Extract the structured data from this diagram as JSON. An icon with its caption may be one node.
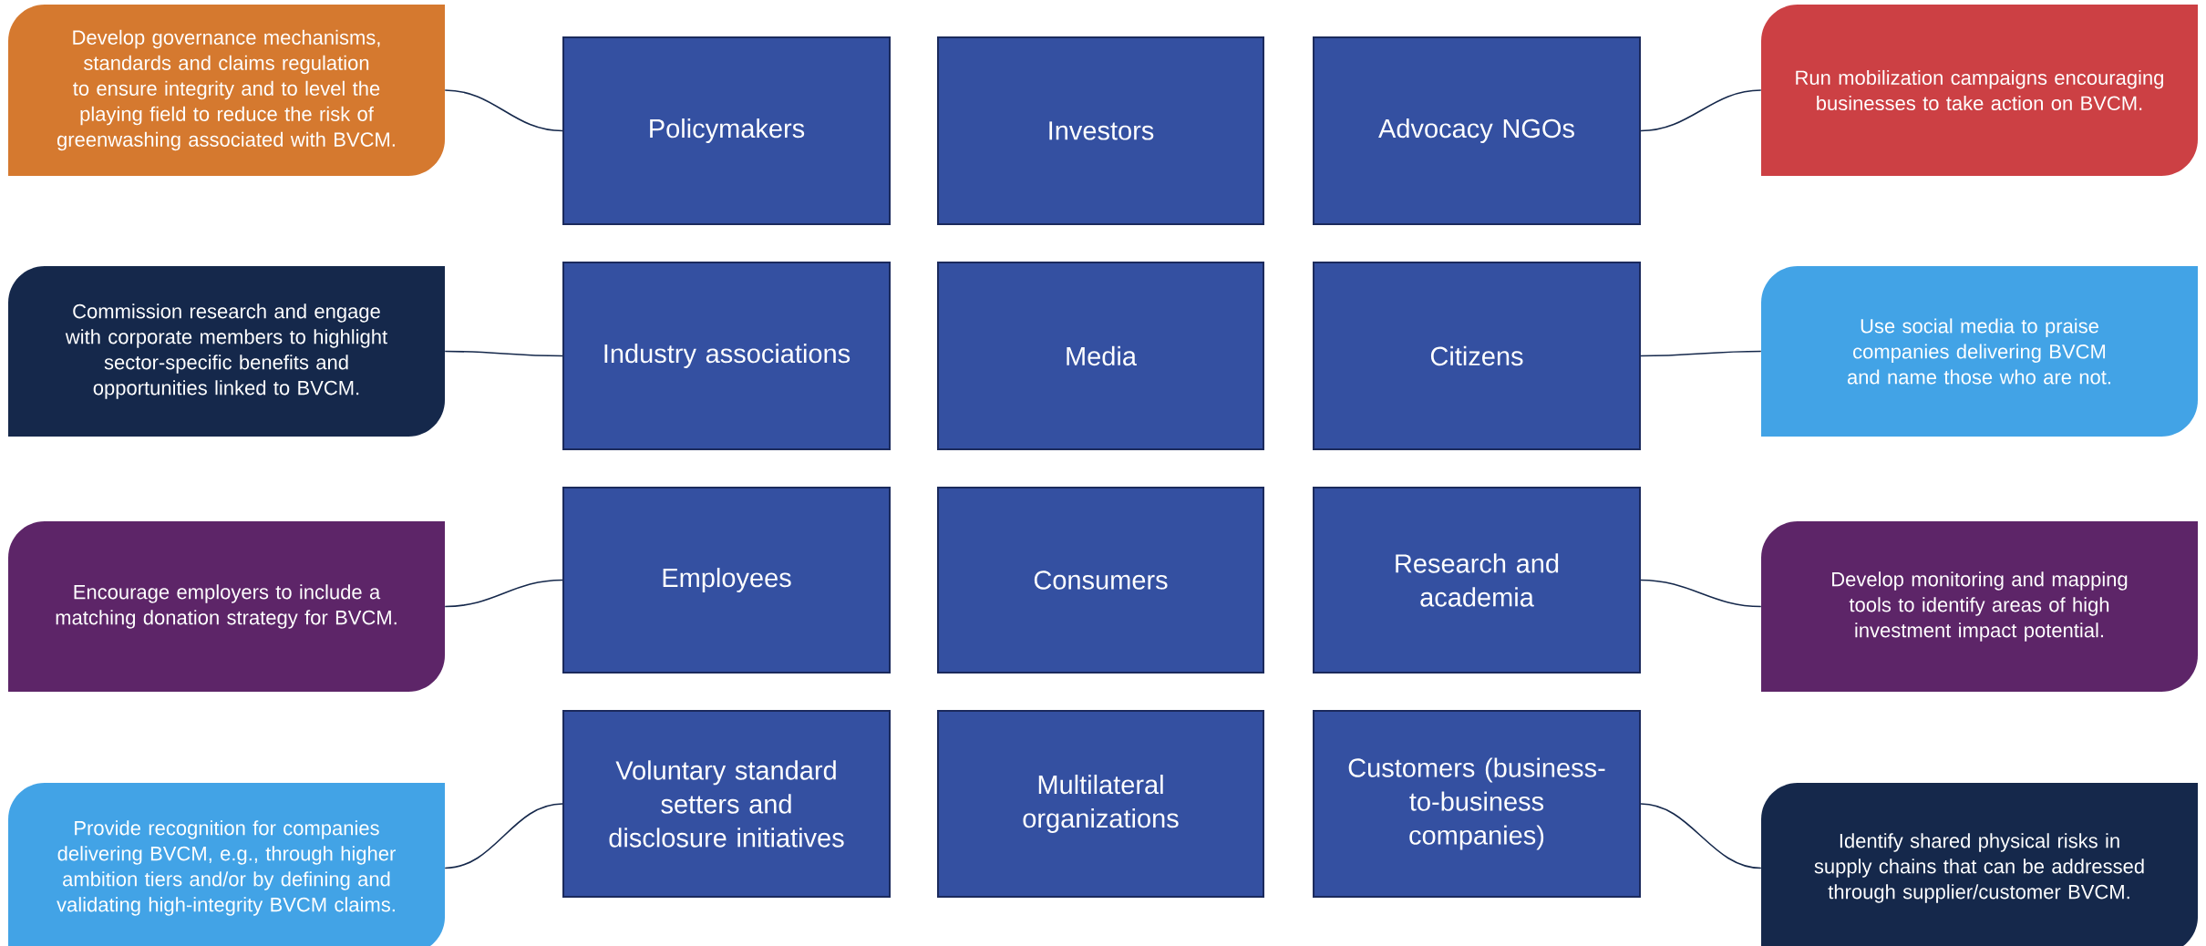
{
  "diagram": {
    "nodes": [
      {
        "text": [
          "Develop governance mechanisms, standards and claims regulation to ensure integrity and to level the playing field to reduce the risk of greenwashing associated with BVCM."
        ]
      },
      {
        "text": [
          "Policymakers"
        ]
      },
      {
        "text": [
          "Investors"
        ]
      },
      {
        "text": [
          "Advocacy NGOs"
        ]
      },
      {
        "text": [
          "Run mobilization campaigns encouraging businesses to take action on BVCM."
        ]
      },
      {
        "text": [
          "Commission research and engage with corporate members to highlight sector-specific benefits and opportunities linked to BVCM."
        ]
      },
      {
        "text": [
          "Industry associations"
        ]
      },
      {
        "text": [
          "Media"
        ]
      },
      {
        "text": [
          "Citizens"
        ]
      },
      {
        "text": [
          "Use social media to praise companies delivering BVCM and name those who are not."
        ]
      },
      {
        "text": [
          "Encourage employers to include a matching donation strategy for BVCM."
        ]
      },
      {
        "text": [
          "Employees"
        ]
      },
      {
        "text": [
          "Consumers"
        ]
      },
      {
        "text": [
          "Research and academia"
        ]
      },
      {
        "text": [
          "Develop monitoring and mapping tools to identify areas of high investment impact potential."
        ]
      },
      {
        "text": [
          "Provide recognition for companies delivering BVCM, e.g., through higher ambition tiers and/or by defining and validating high-integrity BVCM claims."
        ]
      },
      {
        "text": [
          "Voluntary standard setters and disclosure initiatives"
        ]
      },
      {
        "text": [
          "Multilateral organizations"
        ]
      },
      {
        "text": [
          "Customers (business-to-business companies)"
        ]
      },
      {
        "text": [
          "Identify shared physical risks in supply chains that can be addressed through supplier/customer BVCM."
        ]
      }
    ],
    "edges": [
      {
        "from": 0,
        "to": 1,
        "arrow": "none"
      },
      {
        "from": 4,
        "to": 3,
        "arrow": "none"
      },
      {
        "from": 5,
        "to": 6,
        "arrow": "none"
      },
      {
        "from": 9,
        "to": 8,
        "arrow": "none"
      },
      {
        "from": 10,
        "to": 11,
        "arrow": "none"
      },
      {
        "from": 14,
        "to": 13,
        "arrow": "none"
      },
      {
        "from": 15,
        "to": 16,
        "arrow": "none"
      },
      {
        "from": 19,
        "to": 18,
        "arrow": "none"
      }
    ]
  }
}
